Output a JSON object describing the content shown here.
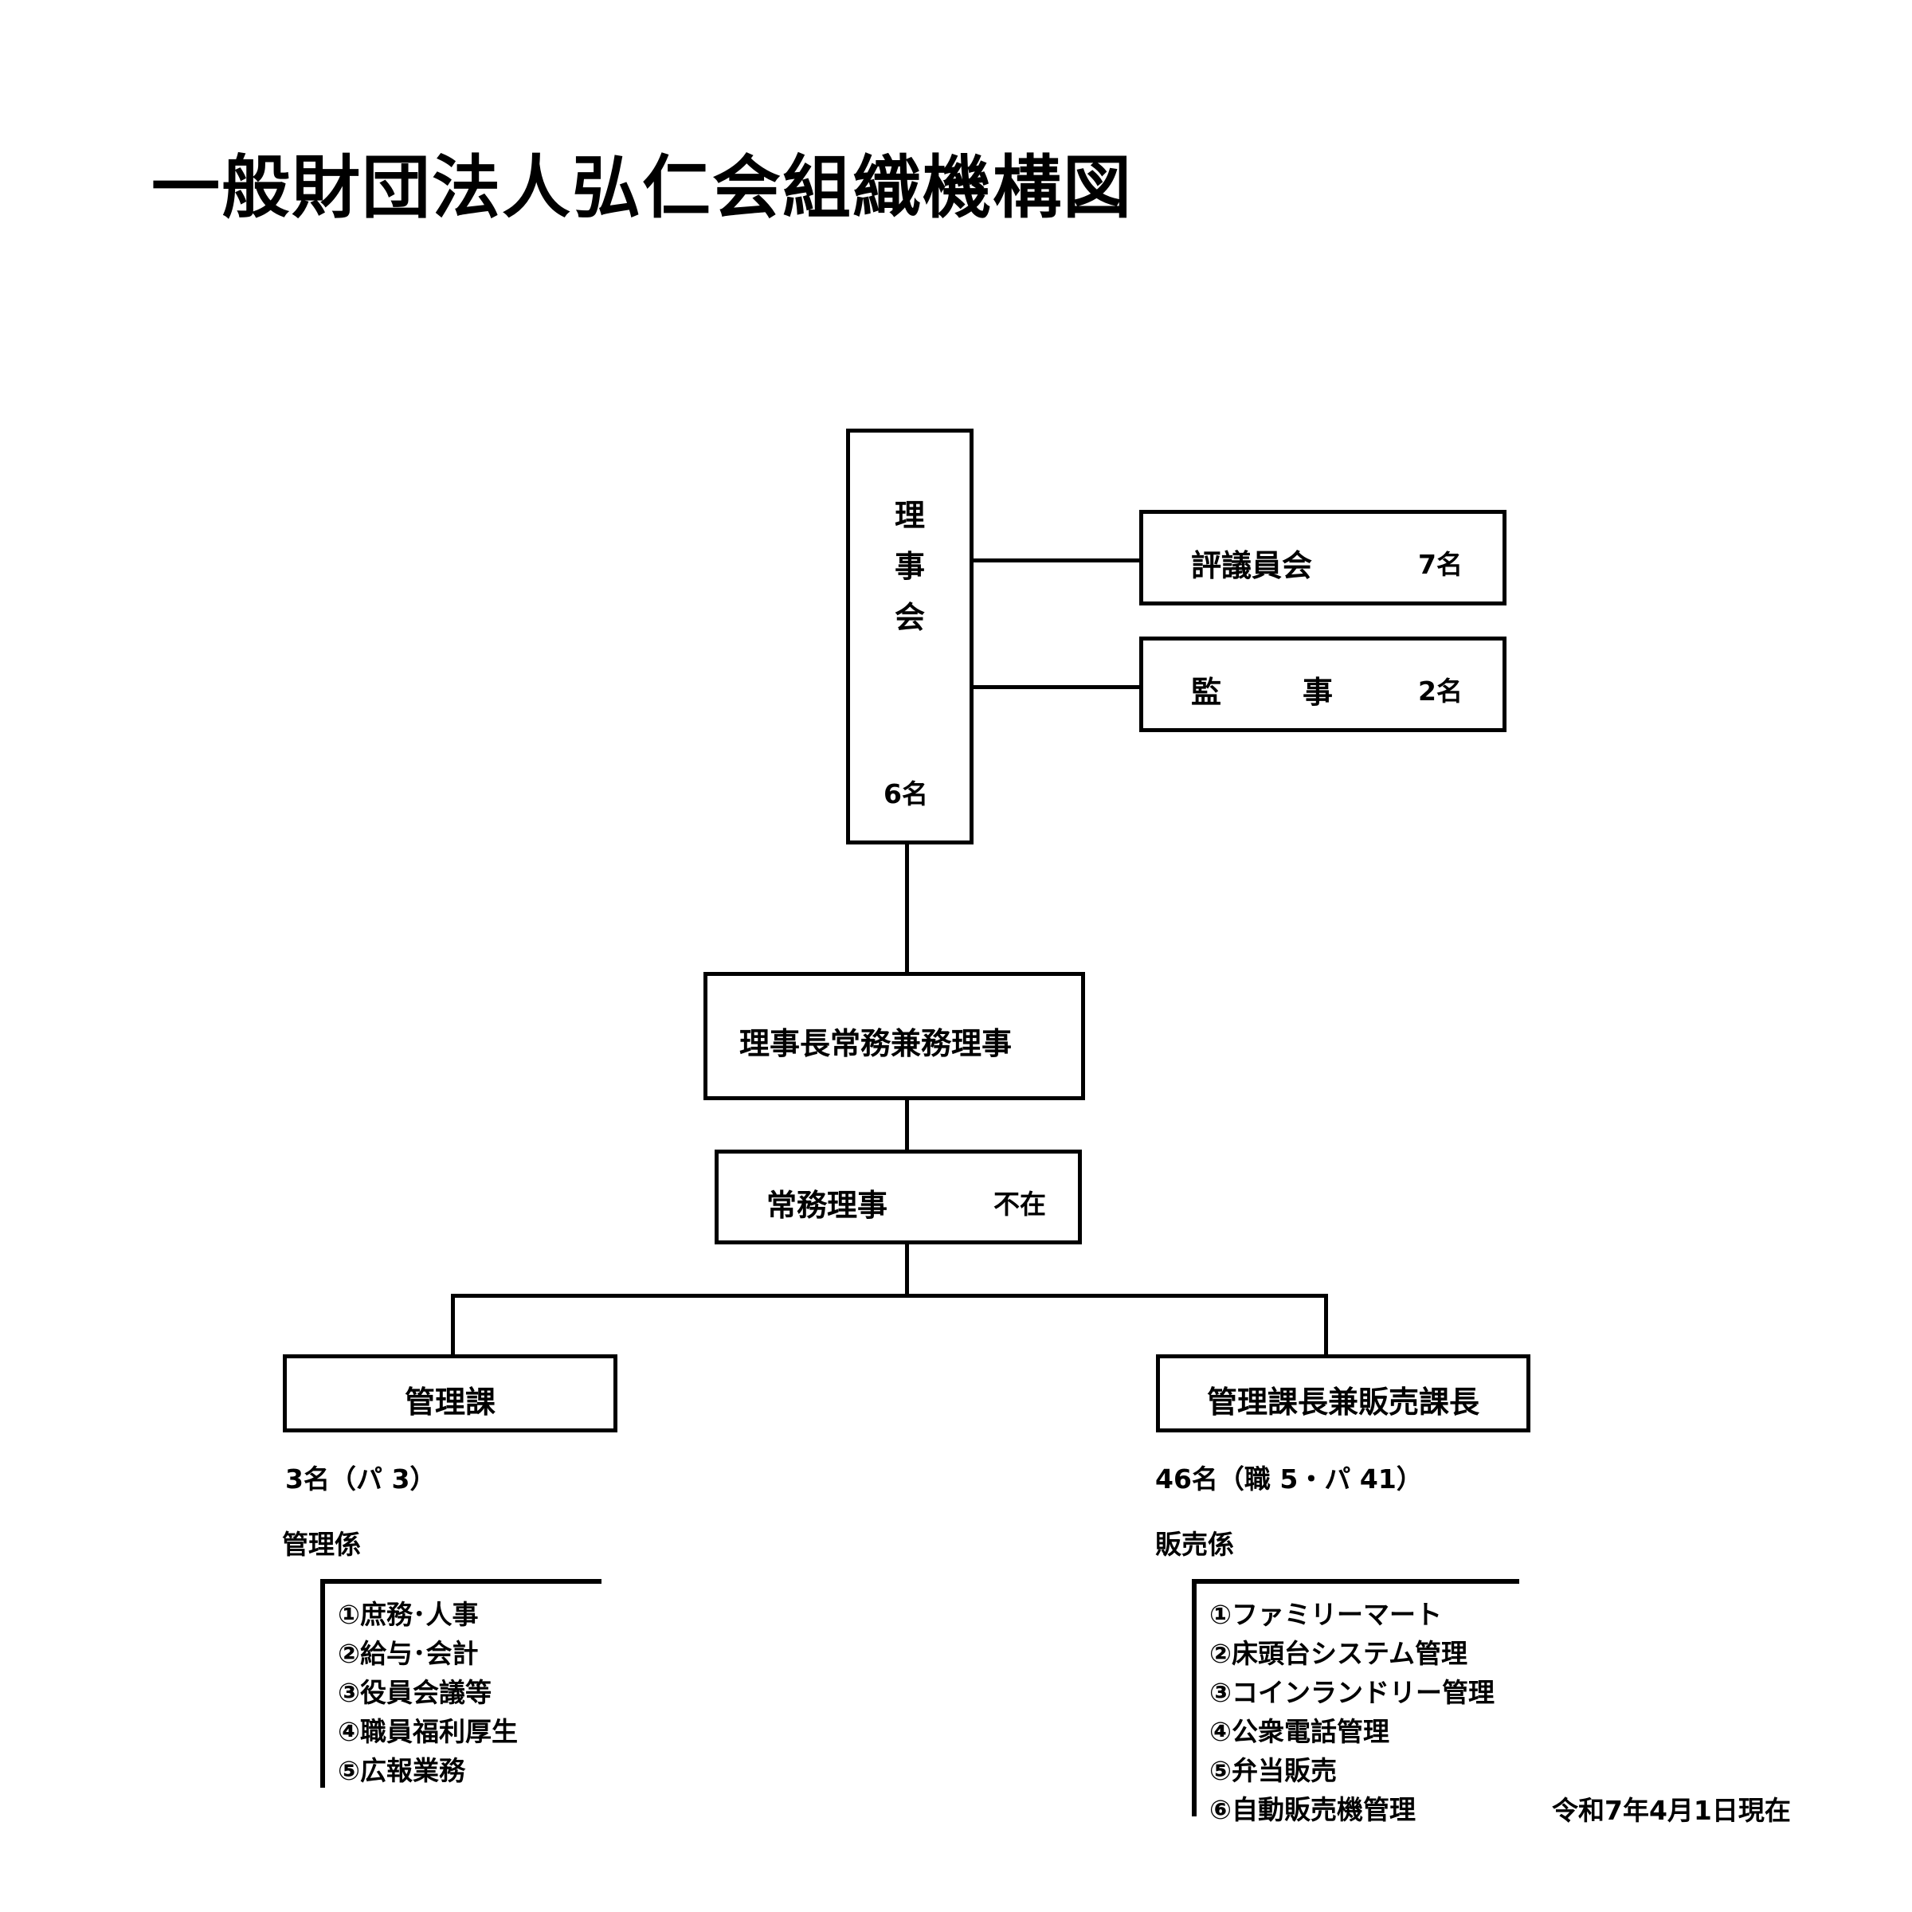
{
  "title": "一般財団法人弘仁会組織機構図",
  "board": {
    "chars": [
      "理",
      "事",
      "会"
    ],
    "count": "6名"
  },
  "councillors": {
    "label": "評議員会",
    "count": "7名"
  },
  "auditors": {
    "label_left": "監",
    "label_right": "事",
    "count": "2名"
  },
  "chairman": {
    "label": "理事長常務兼務理事"
  },
  "managing": {
    "label": "常務理事",
    "status": "不在"
  },
  "admin": {
    "label": "管理課",
    "staff": "3名（パ 3）",
    "section": "管理係",
    "items": [
      "①庶務･人事",
      "②給与･会計",
      "③役員会議等",
      "④職員福利厚生",
      "⑤広報業務"
    ]
  },
  "sales": {
    "label": "管理課長兼販売課長",
    "staff": "46名（職 5・パ 41）",
    "section": "販売係",
    "items": [
      "①ファミリーマート",
      "②床頭台システム管理",
      "③コインランドリー管理",
      "④公衆電話管理",
      "⑤弁当販売",
      "⑥自動販売機管理"
    ]
  },
  "as_of": "令和7年4月1日現在"
}
